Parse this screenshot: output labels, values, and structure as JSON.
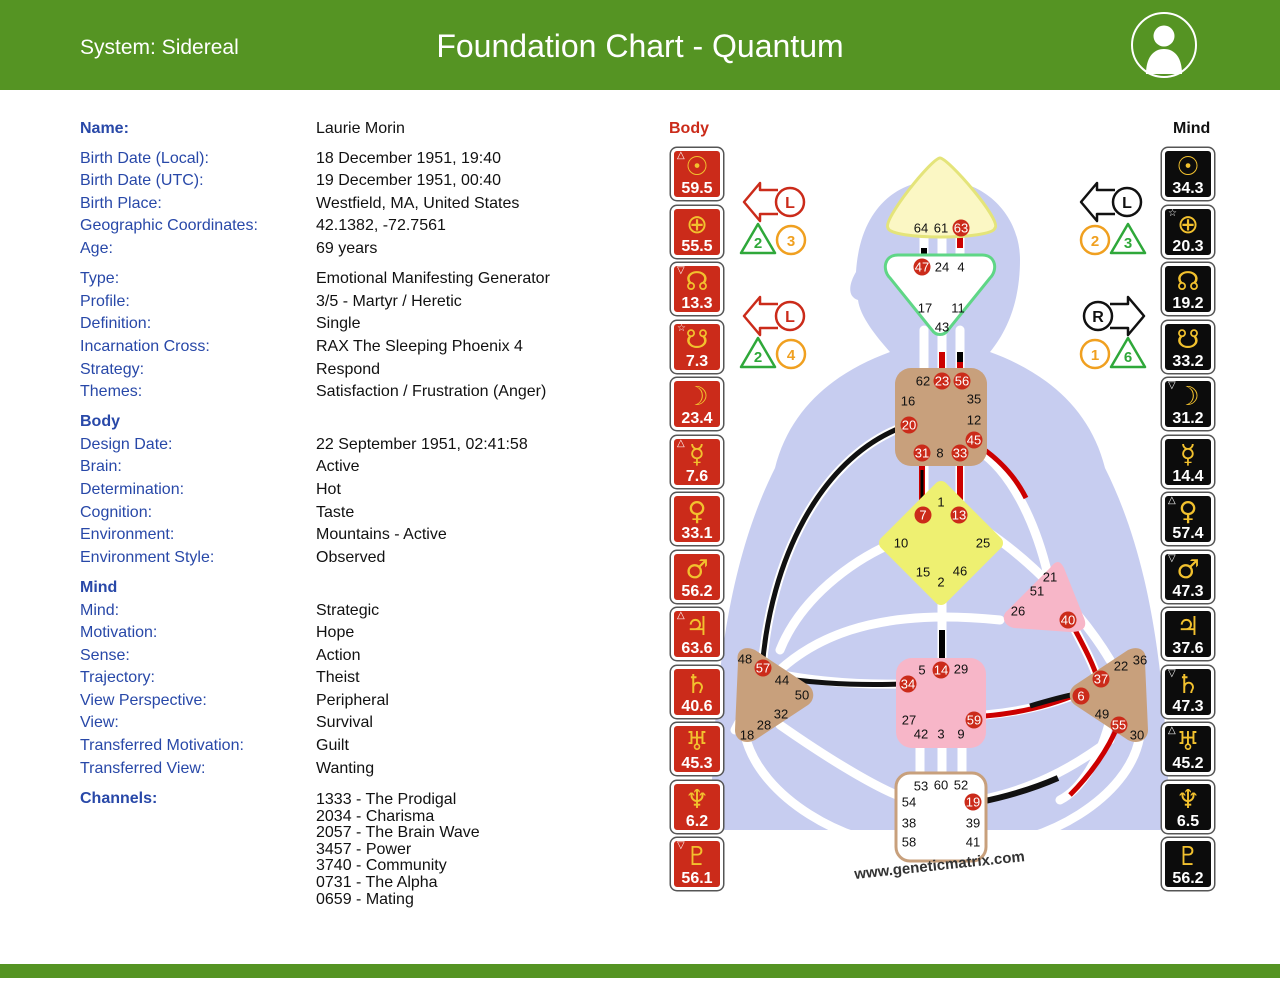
{
  "header": {
    "system": "System: Sidereal",
    "title": "Foundation Chart - Quantum"
  },
  "info": [
    {
      "label": "Name:",
      "value": "Laurie Morin",
      "bold": true
    },
    {
      "label": "Birth Date (Local):",
      "value": "18 December 1951, 19:40"
    },
    {
      "label": "Birth Date (UTC):",
      "value": "19 December 1951, 00:40"
    },
    {
      "label": "Birth Place:",
      "value": "Westfield, MA, United States"
    },
    {
      "label": "Geographic Coordinates:",
      "value": "42.1382, -72.7561"
    },
    {
      "label": "Age:",
      "value": "69 years"
    },
    {
      "label": "Type:",
      "value": "Emotional Manifesting Generator"
    },
    {
      "label": "Profile:",
      "value": "3/5 - Martyr / Heretic"
    },
    {
      "label": "Definition:",
      "value": "Single"
    },
    {
      "label": "Incarnation Cross:",
      "value": "RAX The Sleeping Phoenix 4"
    },
    {
      "label": "Strategy:",
      "value": "Respond"
    },
    {
      "label": "Themes:",
      "value": "Satisfaction / Frustration (Anger)"
    }
  ],
  "body_section": {
    "title": "Body",
    "rows": [
      {
        "label": "Design Date:",
        "value": "22 September 1951, 02:41:58"
      },
      {
        "label": "Brain:",
        "value": "Active"
      },
      {
        "label": "Determination:",
        "value": "Hot"
      },
      {
        "label": "Cognition:",
        "value": "Taste"
      },
      {
        "label": "Environment:",
        "value": "Mountains - Active"
      },
      {
        "label": "Environment Style:",
        "value": "Observed"
      }
    ]
  },
  "mind_section": {
    "title": "Mind",
    "rows": [
      {
        "label": "Mind:",
        "value": "Strategic"
      },
      {
        "label": "Motivation:",
        "value": "Hope"
      },
      {
        "label": "Sense:",
        "value": "Action"
      },
      {
        "label": "Trajectory:",
        "value": "Theist"
      },
      {
        "label": "View Perspective:",
        "value": "Peripheral"
      },
      {
        "label": "View:",
        "value": "Survival"
      },
      {
        "label": "Transferred Motivation:",
        "value": "Guilt"
      },
      {
        "label": "Transferred View:",
        "value": "Wanting"
      }
    ]
  },
  "channels": {
    "label": "Channels:",
    "items": [
      "1333 - The Prodigal",
      "2034 - Charisma",
      "2057 - The Brain Wave",
      "3457 - Power",
      "3740 - Community",
      "0731 - The Alpha",
      "0659 - Mating"
    ]
  },
  "chart": {
    "body_title": "Body",
    "mind_title": "Mind",
    "url": "www.geneticmatrix.com",
    "body_planets": [
      {
        "glyph": "☉",
        "value": "59.5",
        "marker": "△"
      },
      {
        "glyph": "⊕",
        "value": "55.5",
        "marker": ""
      },
      {
        "glyph": "☊",
        "value": "13.3",
        "marker": "▽"
      },
      {
        "glyph": "☋",
        "value": "7.3",
        "marker": "☆"
      },
      {
        "glyph": "☽",
        "value": "23.4",
        "marker": ""
      },
      {
        "glyph": "☿",
        "value": "7.6",
        "marker": "△"
      },
      {
        "glyph": "♀",
        "value": "33.1",
        "marker": ""
      },
      {
        "glyph": "♂",
        "value": "56.2",
        "marker": ""
      },
      {
        "glyph": "♃",
        "value": "63.6",
        "marker": "△"
      },
      {
        "glyph": "♄",
        "value": "40.6",
        "marker": ""
      },
      {
        "glyph": "♅",
        "value": "45.3",
        "marker": ""
      },
      {
        "glyph": "♆",
        "value": "6.2",
        "marker": ""
      },
      {
        "glyph": "♇",
        "value": "56.1",
        "marker": "▽"
      }
    ],
    "mind_planets": [
      {
        "glyph": "☉",
        "value": "34.3",
        "marker": ""
      },
      {
        "glyph": "⊕",
        "value": "20.3",
        "marker": "☆"
      },
      {
        "glyph": "☊",
        "value": "19.2",
        "marker": ""
      },
      {
        "glyph": "☋",
        "value": "33.2",
        "marker": ""
      },
      {
        "glyph": "☽",
        "value": "31.2",
        "marker": "▽"
      },
      {
        "glyph": "☿",
        "value": "14.4",
        "marker": ""
      },
      {
        "glyph": "♀",
        "value": "57.4",
        "marker": "△"
      },
      {
        "glyph": "♂",
        "value": "47.3",
        "marker": "▽"
      },
      {
        "glyph": "♃",
        "value": "37.6",
        "marker": ""
      },
      {
        "glyph": "♄",
        "value": "47.3",
        "marker": "▽"
      },
      {
        "glyph": "♅",
        "value": "45.2",
        "marker": "△"
      },
      {
        "glyph": "♆",
        "value": "6.5",
        "marker": ""
      },
      {
        "glyph": "♇",
        "value": "56.2",
        "marker": ""
      }
    ],
    "arrows": [
      {
        "side": "body",
        "letter": "L",
        "tri": "2",
        "circ": "3"
      },
      {
        "side": "body",
        "letter": "L",
        "tri": "2",
        "circ": "4"
      },
      {
        "side": "mind",
        "letter": "L",
        "circ": "2",
        "tri": "3"
      },
      {
        "side": "mind",
        "letter": "R",
        "circ": "1",
        "tri": "6"
      }
    ],
    "gates": [
      {
        "n": "64",
        "a": 0
      },
      {
        "n": "61",
        "a": 0
      },
      {
        "n": "63",
        "a": 1
      },
      {
        "n": "47",
        "a": 1
      },
      {
        "n": "24",
        "a": 0
      },
      {
        "n": "4",
        "a": 0
      },
      {
        "n": "17",
        "a": 0
      },
      {
        "n": "11",
        "a": 0
      },
      {
        "n": "43",
        "a": 0
      },
      {
        "n": "62",
        "a": 0
      },
      {
        "n": "23",
        "a": 1
      },
      {
        "n": "56",
        "a": 1
      },
      {
        "n": "16",
        "a": 0
      },
      {
        "n": "35",
        "a": 0
      },
      {
        "n": "20",
        "a": 1
      },
      {
        "n": "12",
        "a": 0
      },
      {
        "n": "45",
        "a": 1
      },
      {
        "n": "31",
        "a": 1
      },
      {
        "n": "8",
        "a": 0
      },
      {
        "n": "33",
        "a": 1
      },
      {
        "n": "1",
        "a": 0
      },
      {
        "n": "7",
        "a": 1
      },
      {
        "n": "13",
        "a": 1
      },
      {
        "n": "10",
        "a": 0
      },
      {
        "n": "25",
        "a": 0
      },
      {
        "n": "15",
        "a": 0
      },
      {
        "n": "46",
        "a": 0
      },
      {
        "n": "2",
        "a": 0
      },
      {
        "n": "21",
        "a": 0
      },
      {
        "n": "51",
        "a": 0
      },
      {
        "n": "26",
        "a": 0
      },
      {
        "n": "40",
        "a": 1
      },
      {
        "n": "48",
        "a": 0
      },
      {
        "n": "57",
        "a": 1
      },
      {
        "n": "44",
        "a": 0
      },
      {
        "n": "50",
        "a": 0
      },
      {
        "n": "32",
        "a": 0
      },
      {
        "n": "28",
        "a": 0
      },
      {
        "n": "18",
        "a": 0
      },
      {
        "n": "5",
        "a": 0
      },
      {
        "n": "14",
        "a": 1
      },
      {
        "n": "29",
        "a": 0
      },
      {
        "n": "34",
        "a": 1
      },
      {
        "n": "27",
        "a": 0
      },
      {
        "n": "59",
        "a": 1
      },
      {
        "n": "42",
        "a": 0
      },
      {
        "n": "3",
        "a": 0
      },
      {
        "n": "9",
        "a": 0
      },
      {
        "n": "36",
        "a": 0
      },
      {
        "n": "22",
        "a": 0
      },
      {
        "n": "37",
        "a": 1
      },
      {
        "n": "6",
        "a": 1
      },
      {
        "n": "49",
        "a": 0
      },
      {
        "n": "55",
        "a": 1
      },
      {
        "n": "30",
        "a": 0
      },
      {
        "n": "53",
        "a": 0
      },
      {
        "n": "60",
        "a": 0
      },
      {
        "n": "52",
        "a": 0
      },
      {
        "n": "54",
        "a": 0
      },
      {
        "n": "19",
        "a": 1
      },
      {
        "n": "38",
        "a": 0
      },
      {
        "n": "39",
        "a": 0
      },
      {
        "n": "58",
        "a": 0
      },
      {
        "n": "41",
        "a": 0
      }
    ]
  },
  "colors": {
    "header_green": "#559423",
    "label_blue": "#2848a8",
    "design_red": "#cb2b1a",
    "personality_black": "#0c0c0c",
    "glyph_gold": "#f2c12e",
    "body_silhouette": "#c7cdf0",
    "head_yellow": "#fbf7c4",
    "ajna_green": "#5fd686",
    "g_yellow": "#eef071",
    "heart_pink": "#f7b6c8",
    "center_tan": "#c8a07c"
  }
}
